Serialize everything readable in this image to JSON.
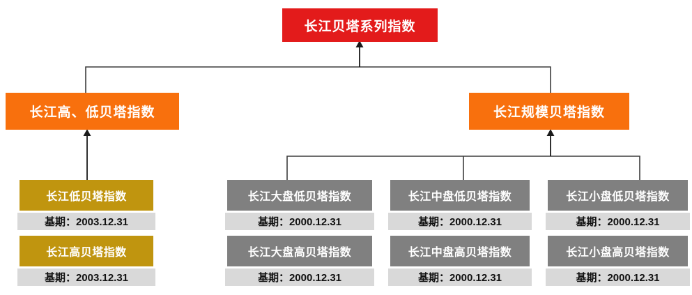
{
  "diagram": {
    "root": {
      "label": "长江贝塔系列指数"
    },
    "level2": [
      {
        "label": "长江高、低贝塔指数"
      },
      {
        "label": "长江规模贝塔指数"
      }
    ],
    "leaves": [
      {
        "name": "长江低贝塔指数",
        "base_period": "基期：2003.12.31"
      },
      {
        "name": "长江高贝塔指数",
        "base_period": "基期：2003.12.31"
      },
      {
        "name": "长江大盘低贝塔指数",
        "base_period": "基期：2000.12.31"
      },
      {
        "name": "长江大盘高贝塔指数",
        "base_period": "基期：2000.12.31"
      },
      {
        "name": "长江中盘低贝塔指数",
        "base_period": "基期：2000.12.31"
      },
      {
        "name": "长江中盘高贝塔指数",
        "base_period": "基期：2000.12.31"
      },
      {
        "name": "长江小盘低贝塔指数",
        "base_period": "基期：2000.12.31"
      },
      {
        "name": "长江小盘高贝塔指数",
        "base_period": "基期：2000.12.31"
      }
    ],
    "colors": {
      "root_bg": "#e31b1b",
      "level2_bg": "#f8700d",
      "high_low_leaf_bg": "#c0950f",
      "scale_leaf_bg": "#808080",
      "base_period_bg": "#d9d9d9",
      "connector_line": "#3d3d3d",
      "arrowhead": "#1a1a1a"
    }
  }
}
